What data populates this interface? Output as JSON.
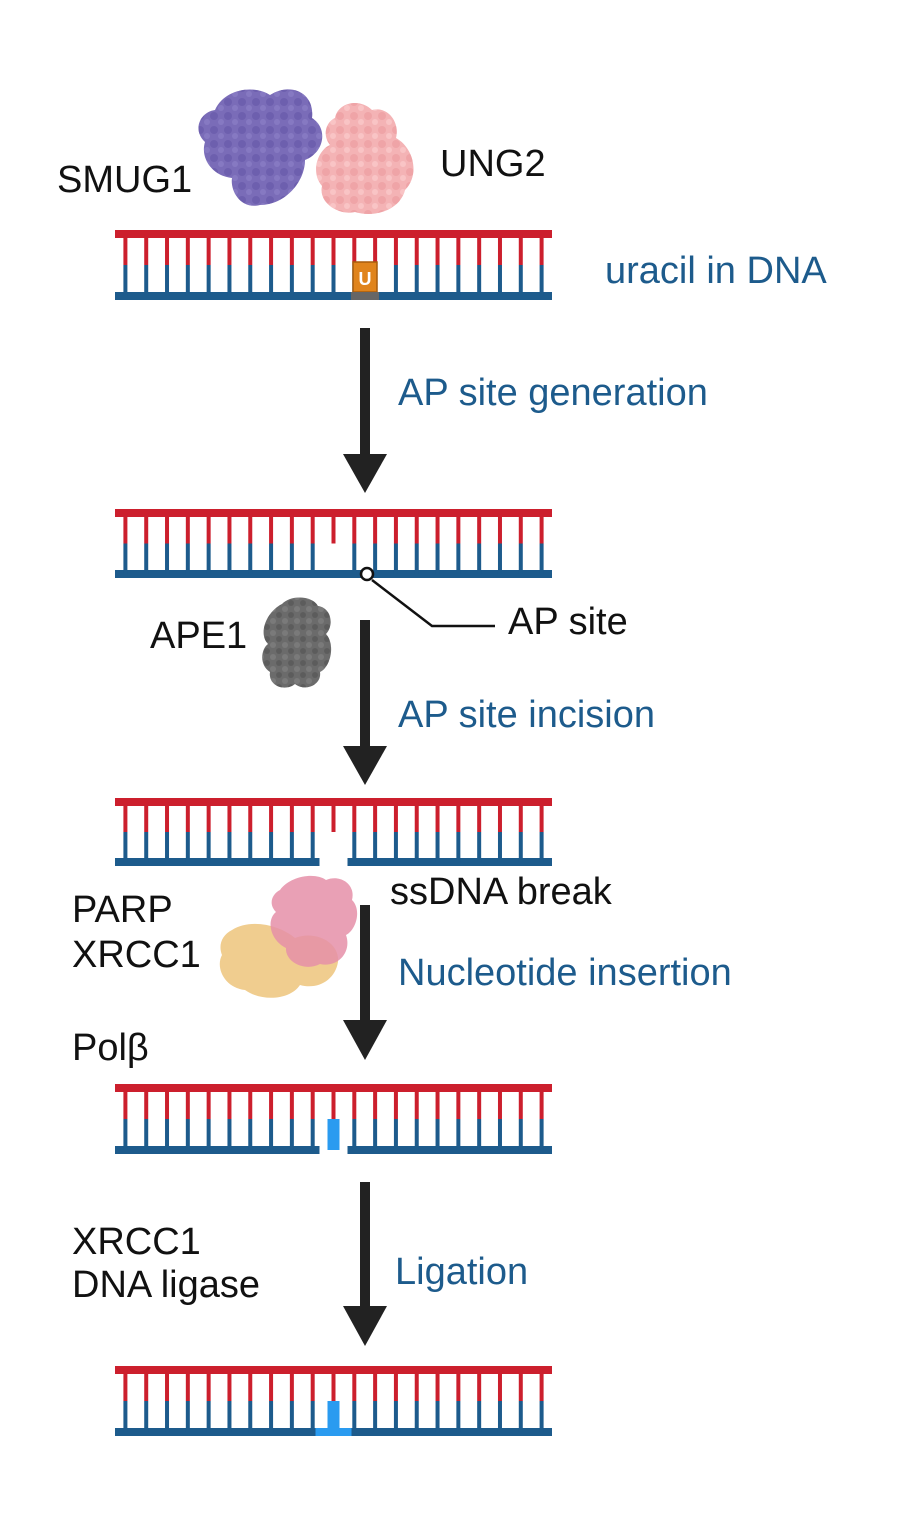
{
  "colors": {
    "top_strand": "#cc1f2d",
    "bottom_strand": "#1d5b8c",
    "step_text": "#1d5b8c",
    "inserted_nucleotide": "#2a9bf0",
    "uracil": "#e0841c",
    "arrow": "#222222",
    "smug1": "#7a6cb8",
    "ung2": "#f4b3b5",
    "ape1": "#6b6b6b",
    "parp": "#e58fa8",
    "xrcc1": "#f0cd8f"
  },
  "proteins": {
    "smug1": {
      "label": "SMUG1",
      "icon": "protein-blob-purple"
    },
    "ung2": {
      "label": "UNG2",
      "icon": "protein-blob-pink"
    },
    "ape1": {
      "label": "APE1",
      "icon": "protein-blob-gray"
    },
    "parp": {
      "label": "PARP",
      "icon": "protein-blob-rose"
    },
    "xrcc1": {
      "label": "XRCC1",
      "icon": "protein-blob-tan"
    }
  },
  "annotations": {
    "uracil_in_dna": "uracil in DNA",
    "uracil_letter": "U",
    "ap_site": "AP site",
    "ssdna_break": "ssDNA break",
    "polb": "Polβ",
    "ligation_factor_1": "XRCC1",
    "ligation_factor_2": "DNA ligase"
  },
  "steps": [
    {
      "label": "AP site generation"
    },
    {
      "label": "AP site incision"
    },
    {
      "label": "Nucleotide insertion"
    },
    {
      "label": "Ligation"
    }
  ]
}
